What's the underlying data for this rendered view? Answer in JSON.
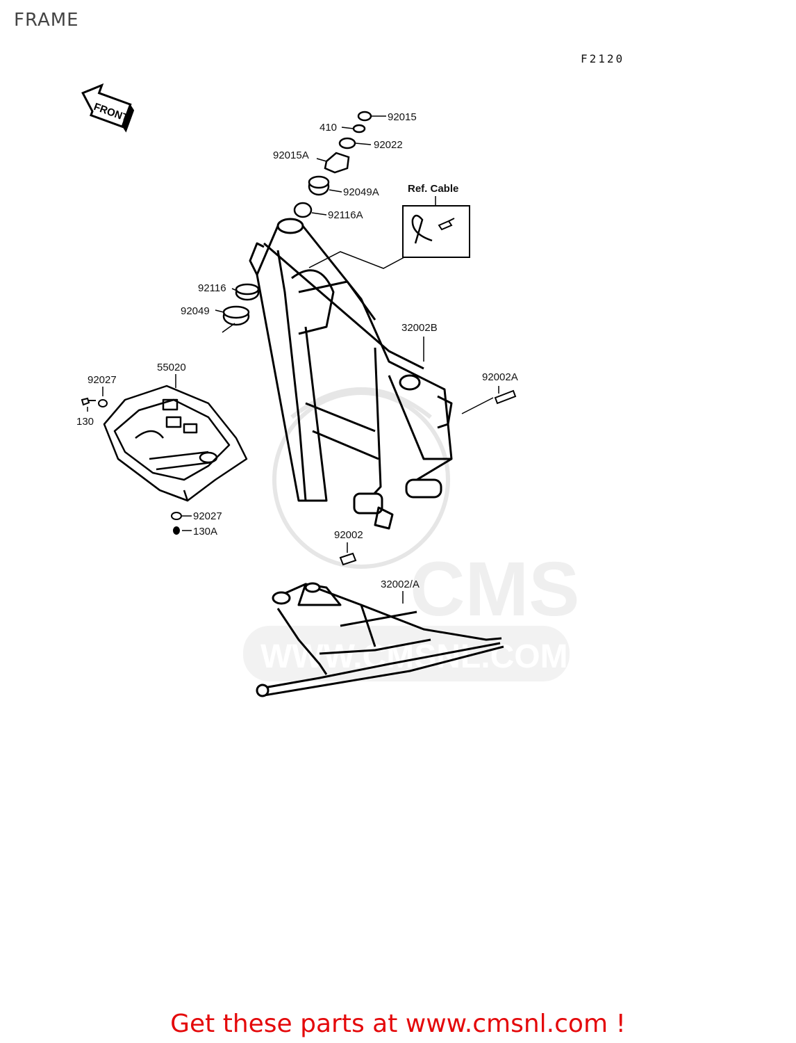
{
  "page_title": "FRAME",
  "figure_code": "F2120",
  "front_label": "FRONT",
  "ref_cable_label": "Ref. Cable",
  "watermark": {
    "text": "WWW.CMSNL.COM",
    "logo_text": "CMS"
  },
  "callouts": {
    "c92015": "92015",
    "c410": "410",
    "c92022": "92022",
    "c92015A": "92015A",
    "c92049A": "92049A",
    "c92116A": "92116A",
    "c92116": "92116",
    "c92049": "92049",
    "c32002B": "32002B",
    "c92002A": "92002A",
    "c55020": "55020",
    "c92027_top": "92027",
    "c130": "130",
    "c92027_bottom": "92027",
    "c130A": "130A",
    "c92002": "92002",
    "c32002A": "32002/A"
  },
  "promo_text": "Get these parts at www.cmsnl.com !"
}
